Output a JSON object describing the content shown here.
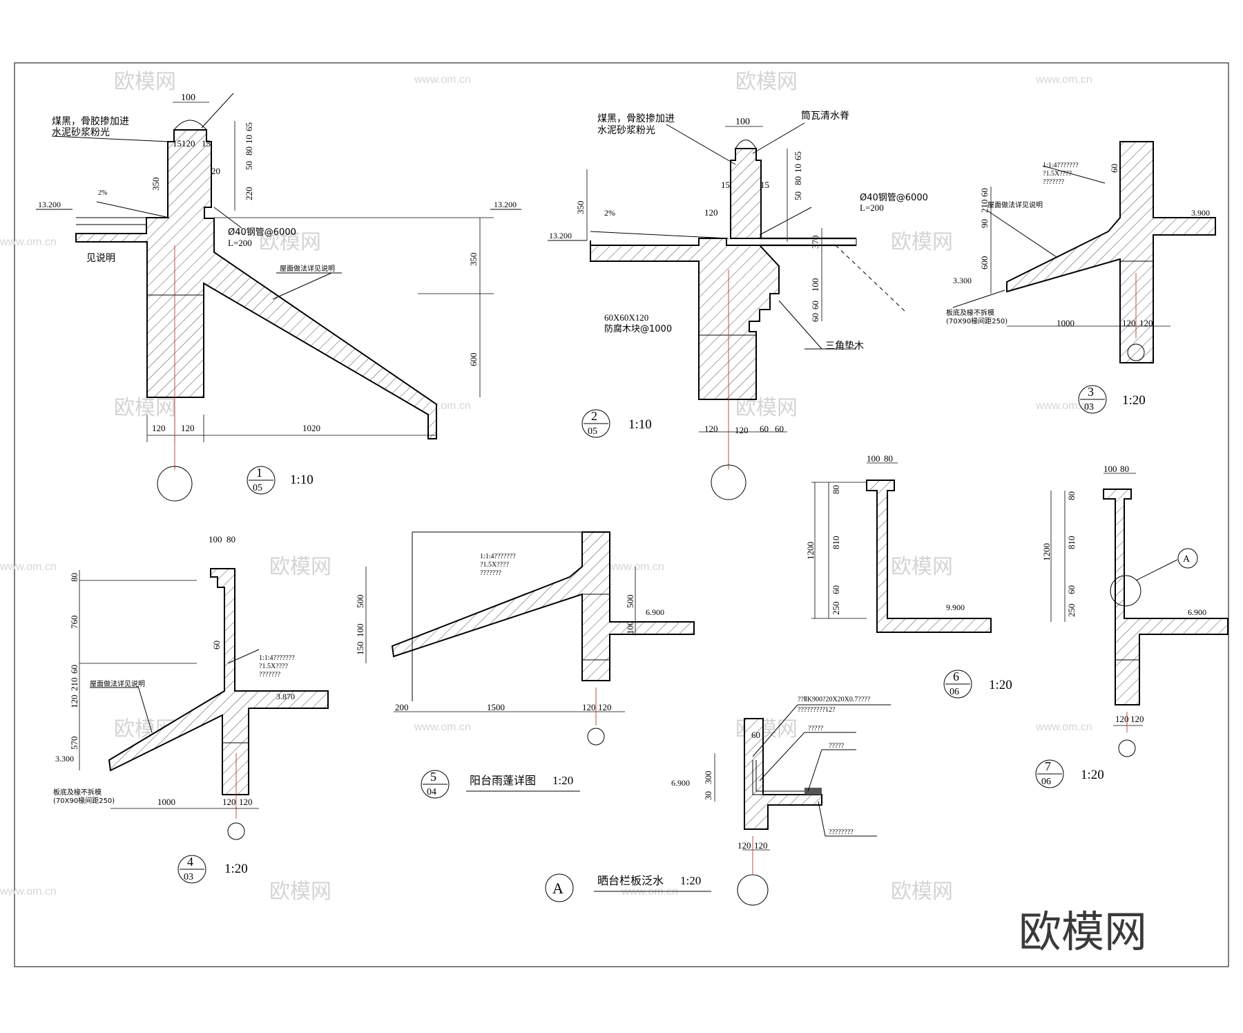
{
  "watermark": {
    "brand": "欧模网",
    "url": "www.om.cn",
    "corner_brand": "欧模网"
  },
  "d1": {
    "num": "1",
    "sheet": "05",
    "scale": "1:10",
    "note_line1": "煤黑，骨胶掺加进",
    "note_line2": "水泥砂浆粉光",
    "pipe_line1": "Ø40钢管@6000",
    "pipe_line2": "L=200",
    "roof_note": "屋面做法详见说明",
    "see_note": "见说明",
    "elev_left": "13.200",
    "elev_right": "13.200",
    "slope": "2%",
    "dims": [
      "100",
      "15",
      "120",
      "15",
      "65",
      "10",
      "80",
      "50",
      "220",
      "350",
      "20",
      "350",
      "600",
      "120",
      "120",
      "1020"
    ]
  },
  "d2": {
    "num": "2",
    "sheet": "05",
    "scale": "1:10",
    "note_line1": "煤黑，骨胶掺加进",
    "note_line2": "水泥砂浆粉光",
    "tile_note": "筒瓦清水脊",
    "pipe_line1": "Ø40钢管@6000",
    "pipe_line2": "L=200",
    "block_line1": "60X60X120",
    "block_line2": "防腐木块@1000",
    "wedge_note": "三角垫木",
    "elev": "13.200",
    "slope": "2%",
    "dims": [
      "100",
      "15",
      "15",
      "65",
      "10",
      "80",
      "50",
      "350",
      "120",
      "370",
      "100",
      "60",
      "60",
      "120",
      "120",
      "60",
      "60"
    ]
  },
  "d3": {
    "num": "3",
    "sheet": "03",
    "scale": "1:20",
    "spec1": "1:1:4???????",
    "spec2": "?1.5X????",
    "spec3": "???????",
    "roof_note": "屋面做法详见说明",
    "base_line1": "板底及椽不拆模",
    "base_line2": "(70X90椽间距250)",
    "elev_top": "3.900",
    "elev_bottom": "3.300",
    "dims": [
      "60",
      "60",
      "210",
      "90",
      "600",
      "1000",
      "120",
      "120"
    ]
  },
  "d4": {
    "num": "4",
    "sheet": "03",
    "scale": "1:20",
    "spec1": "1:1:4???????",
    "spec2": "?1.5X????",
    "spec3": "???????",
    "roof_note": "屋面做法详见说明",
    "base_line1": "板底及椽不拆模",
    "base_line2": "(70X90椽间距250)",
    "elev_top": "3.870",
    "elev_bottom": "3.300",
    "dims": [
      "100",
      "80",
      "80",
      "760",
      "60",
      "60",
      "210",
      "120",
      "570",
      "1000",
      "120",
      "120"
    ]
  },
  "d5": {
    "num": "5",
    "sheet": "04",
    "title": "阳台雨蓬详图",
    "scale": "1:20",
    "spec1": "1:1:4???????",
    "spec2": "?1.5X????",
    "spec3": "???????",
    "elev": "6.900",
    "dims": [
      "500",
      "150",
      "100",
      "500",
      "100",
      "200",
      "1500",
      "120",
      "120"
    ]
  },
  "d6": {
    "num": "6",
    "sheet": "06",
    "scale": "1:20",
    "elev": "9.900",
    "dims": [
      "100",
      "80",
      "80",
      "810",
      "60",
      "250",
      "1200"
    ]
  },
  "d7": {
    "num": "7",
    "sheet": "06",
    "scale": "1:20",
    "elev": "6.900",
    "callout": "A",
    "dims": [
      "100",
      "80",
      "80",
      "810",
      "60",
      "250",
      "1200",
      "120",
      "120"
    ]
  },
  "dA": {
    "label": "A",
    "title": "晒台栏板泛水",
    "scale": "1:20",
    "spec1": "??ⅡK900?20X20X0.7????",
    "spec2": "?????????12?",
    "spec3": "?????",
    "spec4": "?????",
    "spec5": "????????",
    "elev": "6.900",
    "dims": [
      "60",
      "300",
      "30",
      "120",
      "120"
    ]
  }
}
